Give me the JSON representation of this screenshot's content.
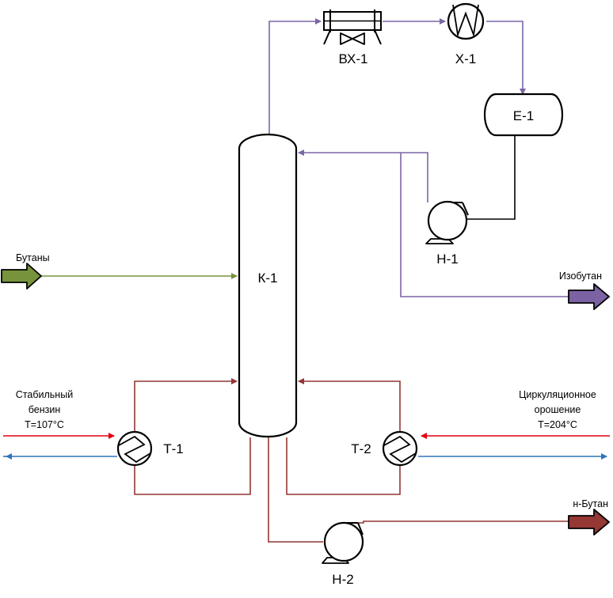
{
  "colors": {
    "overhead_line": "#7B66A6",
    "butane_feed_line": "#77933C",
    "bottoms_line": "#943634",
    "hot_in_line": "#E3000F",
    "cold_out_line": "#2E75B6",
    "butane_arrow_fill": "#77933C",
    "isobutane_arrow_fill": "#7B62A3",
    "nbutane_arrow_fill": "#953735",
    "outline": "#000000"
  },
  "equipment": {
    "column": "К-1",
    "air_cooler": "ВХ-1",
    "cooler": "Х-1",
    "vessel": "Е-1",
    "pump_top": "Н-1",
    "pump_bottom": "Н-2",
    "heater_left": "Т-1",
    "heater_right": "Т-2"
  },
  "streams": {
    "feed": "Бутаны",
    "isobutane": "Изобутан",
    "n_butane": "н-Бутан",
    "stable_gasoline": {
      "line1": "Стабильный",
      "line2": "бензин",
      "line3": "Т=107°С"
    },
    "circulating_reflux": {
      "line1": "Циркуляционное",
      "line2": "орошение",
      "line3": "Т=204°С"
    }
  },
  "icons": {
    "air_cooler": "air-cooler-fan-icon",
    "cooler": "heat-exchanger-coil-icon",
    "heaters": "heat-exchanger-coil-icon",
    "pumps": "centrifugal-pump-icon"
  }
}
